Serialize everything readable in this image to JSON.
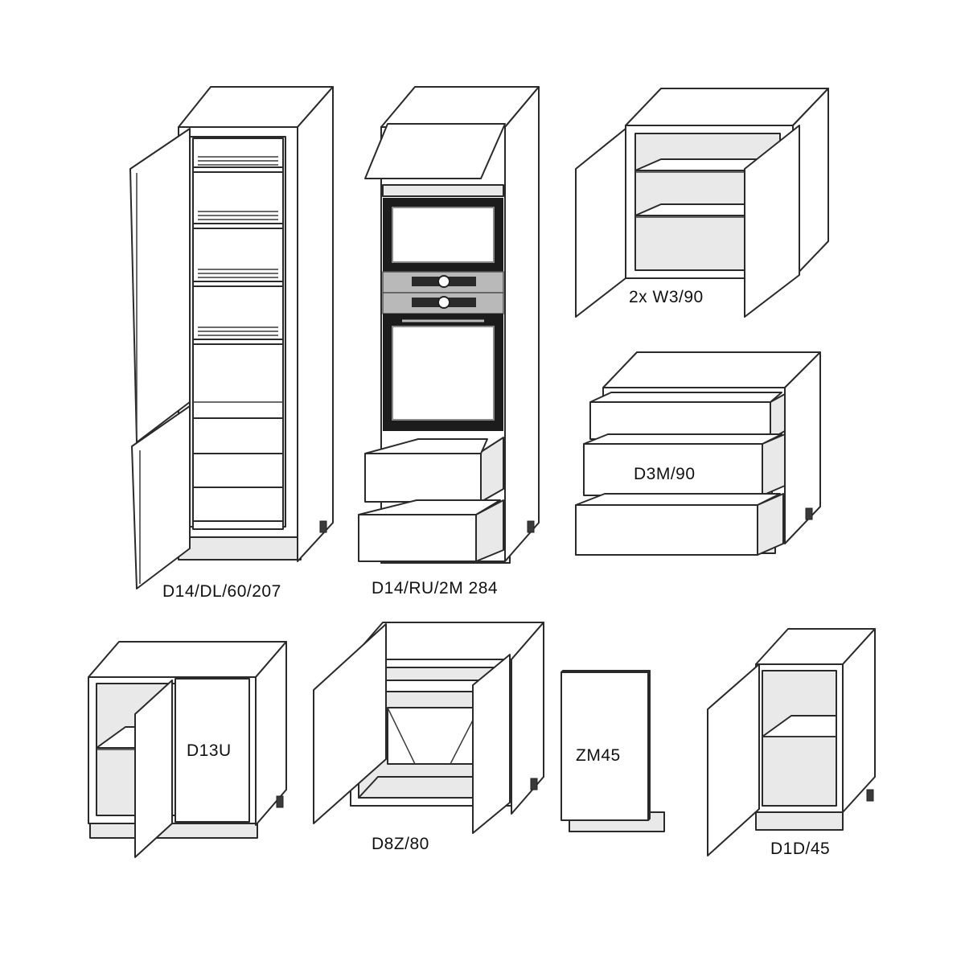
{
  "labels": {
    "fridge_cabinet": "D14/DL/60/207",
    "oven_tower": "D14/RU/2M 284",
    "wall_cabinet": "2x W3/90",
    "drawer_base": "D3M/90",
    "corner_base": "D13U",
    "sink_base": "D8Z/80",
    "filler_panel": "ZM45",
    "single_door_base": "D1D/45"
  }
}
